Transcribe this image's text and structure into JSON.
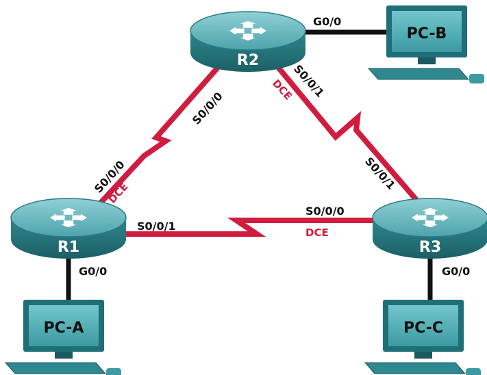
{
  "colors": {
    "serial_link": "#d01c3e",
    "ethernet_link": "#111111",
    "dce_text": "#d01c3e",
    "router_top": "#6cb6bd",
    "router_side": "#2e7f87",
    "pc_screen": "#4aa8b0",
    "pc_body": "#1f6f77"
  },
  "routers": [
    {
      "label": "R1"
    },
    {
      "label": "R2"
    },
    {
      "label": "R3"
    }
  ],
  "pcs": [
    {
      "label": "PC-A"
    },
    {
      "label": "PC-B"
    },
    {
      "label": "PC-C"
    }
  ],
  "interfaces": {
    "r2_g": "G0/0",
    "r2_s000": "S0/0/0",
    "r2_dce": "DCE",
    "r2_s001": "S0/0/1",
    "r1_s000": "S0/0/0",
    "r1_dce": "DCE",
    "r1_s001": "S0/0/1",
    "r1_g": "G0/0",
    "r3_s001": "S0/0/1",
    "r3_s000": "S0/0/0",
    "r3_dce": "DCE",
    "r3_g": "G0/0"
  }
}
